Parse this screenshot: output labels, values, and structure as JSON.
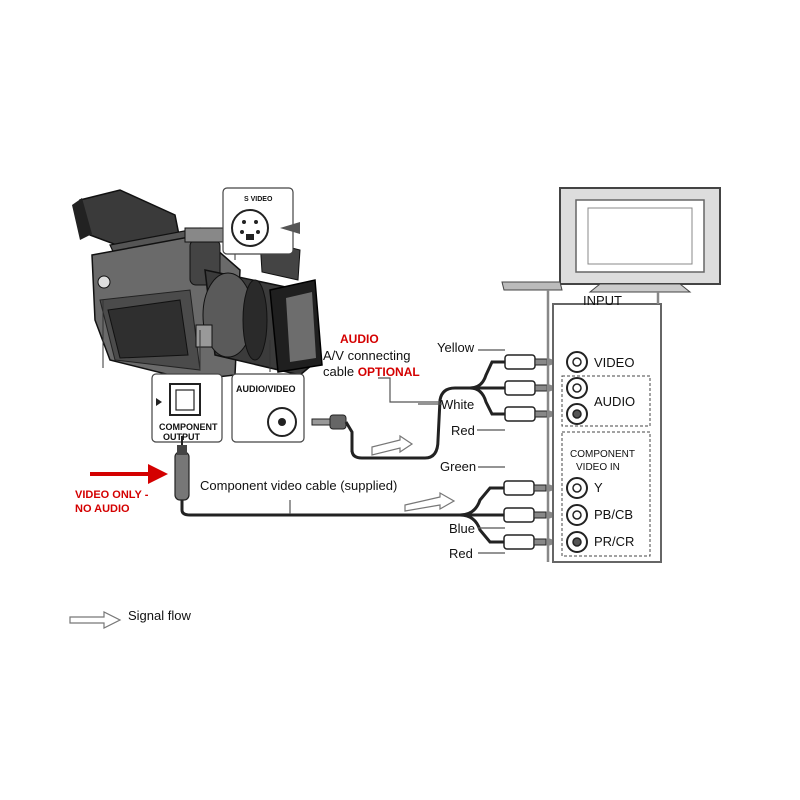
{
  "labels": {
    "audio_title": "AUDIO",
    "av_cable_line1": "A/V connecting",
    "av_cable_line2": "cable",
    "optional": "OPTIONAL",
    "yellow": "Yellow",
    "white": "White",
    "red_av": "Red",
    "green": "Green",
    "blue": "Blue",
    "red_comp": "Red",
    "component_cable": "Component video cable (supplied)",
    "video_only_1": "VIDEO ONLY -",
    "video_only_2": "NO AUDIO",
    "input": "INPUT",
    "port_video": "VIDEO",
    "port_audio": "AUDIO",
    "component_in_1": "COMPONENT",
    "component_in_2": "VIDEO IN",
    "port_y": "Y",
    "port_pb": "PB/CB",
    "port_pr": "PR/CR",
    "camera_audio_video": "AUDIO/VIDEO",
    "camera_component_1": "COMPONENT",
    "camera_component_2": "OUTPUT",
    "s_video": "S VIDEO",
    "legend_signal_flow": "Signal flow"
  },
  "colors": {
    "accent_red": "#d40000",
    "line": "#222222",
    "panel_gray": "#888888"
  }
}
